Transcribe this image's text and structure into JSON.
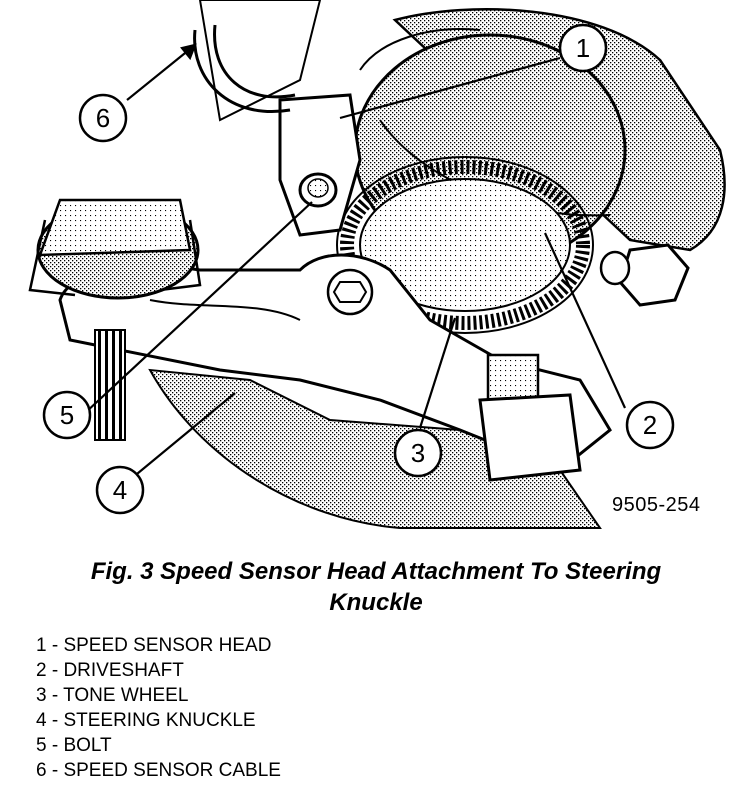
{
  "figure": {
    "drawing_id": "9505-254",
    "caption_line1": "Fig. 3 Speed Sensor Head Attachment To Steering",
    "caption_line2": "Knuckle"
  },
  "callouts": [
    "1",
    "2",
    "3",
    "4",
    "5",
    "6"
  ],
  "legend": [
    "1 - SPEED SENSOR HEAD",
    "2 - DRIVESHAFT",
    "3 - TONE WHEEL",
    "4 - STEERING KNUCKLE",
    "5 - BOLT",
    "6 - SPEED SENSOR CABLE"
  ]
}
